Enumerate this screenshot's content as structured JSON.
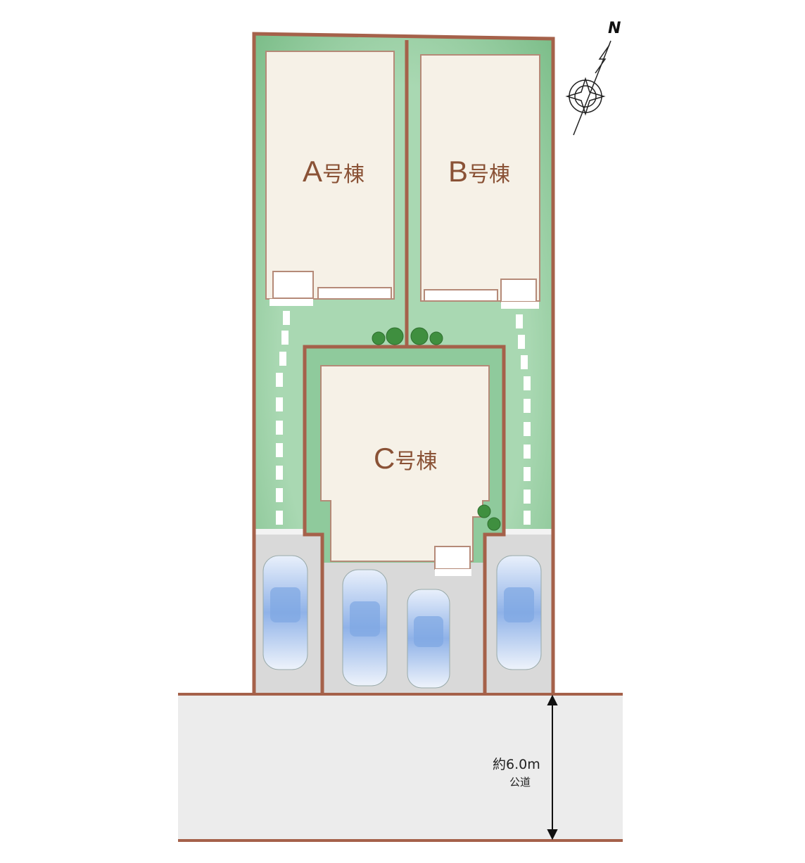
{
  "buildings": [
    {
      "letter": "A",
      "suffix": "号棟"
    },
    {
      "letter": "B",
      "suffix": "号棟"
    },
    {
      "letter": "C",
      "suffix": "号棟"
    }
  ],
  "road": {
    "width_label": "約6.0m",
    "type_label": "公道"
  },
  "compass": {
    "north_label": "N"
  },
  "colors": {
    "boundary": "#a5614a",
    "lawn": "#93cc9f",
    "house": "#f6f1e7",
    "parking": "#d8d8d8",
    "road": "#ececec",
    "tree": "#3f8f3f"
  }
}
